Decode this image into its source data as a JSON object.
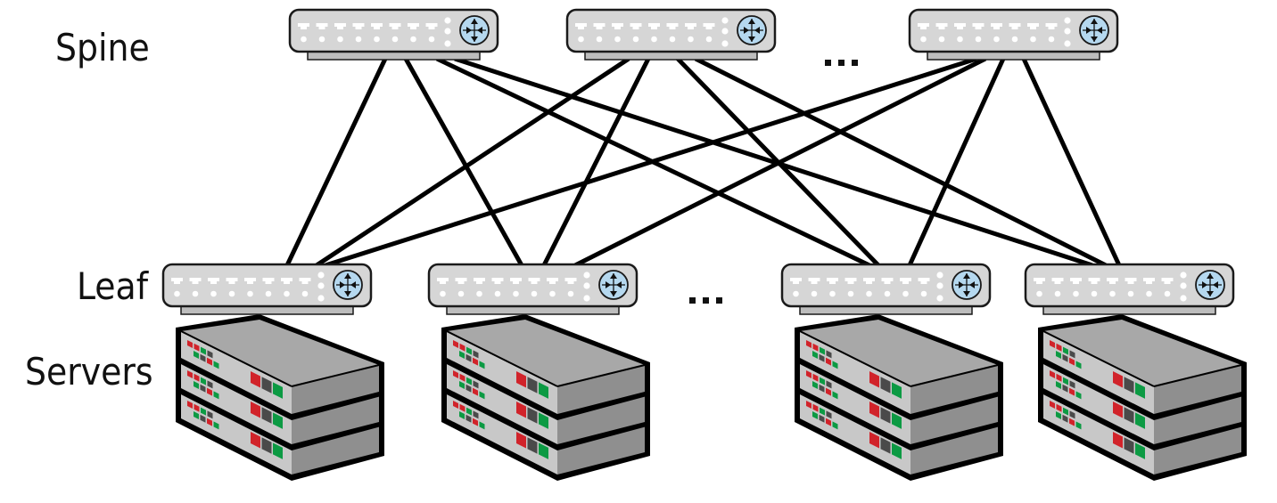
{
  "title": "Spine-Leaf network topology",
  "labels": {
    "spine": "Spine",
    "leaf": "Leaf",
    "servers": "Servers"
  },
  "ellipsis": {
    "spine": "...",
    "leaf": "..."
  },
  "colors": {
    "switch_body": "#d6d6d6",
    "switch_base": "#bdbdbd",
    "switch_outline": "#1a1a1a",
    "port": "#ffffff",
    "router_icon_fill": "#b5d8ef",
    "server_top": "#a8a8a8",
    "server_front": "#c8c8c8",
    "server_side": "#8f8f8f",
    "led_red": "#d1232a",
    "led_green": "#0c9a43",
    "led_dark": "#4a4a4a",
    "link": "#000000"
  },
  "spine_switches": [
    {
      "id": "spine-1",
      "icon": "router-icon",
      "ports": 8
    },
    {
      "id": "spine-2",
      "icon": "router-icon",
      "ports": 8
    },
    {
      "id": "spine-3",
      "icon": "router-icon",
      "ports": 8
    }
  ],
  "leaf_switches": [
    {
      "id": "leaf-1",
      "icon": "router-icon",
      "ports": 8,
      "servers": 3
    },
    {
      "id": "leaf-2",
      "icon": "router-icon",
      "ports": 8,
      "servers": 3
    },
    {
      "id": "leaf-3",
      "icon": "router-icon",
      "ports": 8,
      "servers": 3
    },
    {
      "id": "leaf-4",
      "icon": "router-icon",
      "ports": 8,
      "servers": 3
    }
  ],
  "links": [
    {
      "from": "spine-1",
      "to": "leaf-1"
    },
    {
      "from": "spine-1",
      "to": "leaf-2"
    },
    {
      "from": "spine-1",
      "to": "leaf-3"
    },
    {
      "from": "spine-1",
      "to": "leaf-4"
    },
    {
      "from": "spine-2",
      "to": "leaf-1"
    },
    {
      "from": "spine-2",
      "to": "leaf-2"
    },
    {
      "from": "spine-2",
      "to": "leaf-3"
    },
    {
      "from": "spine-2",
      "to": "leaf-4"
    },
    {
      "from": "spine-3",
      "to": "leaf-1"
    },
    {
      "from": "spine-3",
      "to": "leaf-2"
    },
    {
      "from": "spine-3",
      "to": "leaf-3"
    },
    {
      "from": "spine-3",
      "to": "leaf-4"
    }
  ]
}
